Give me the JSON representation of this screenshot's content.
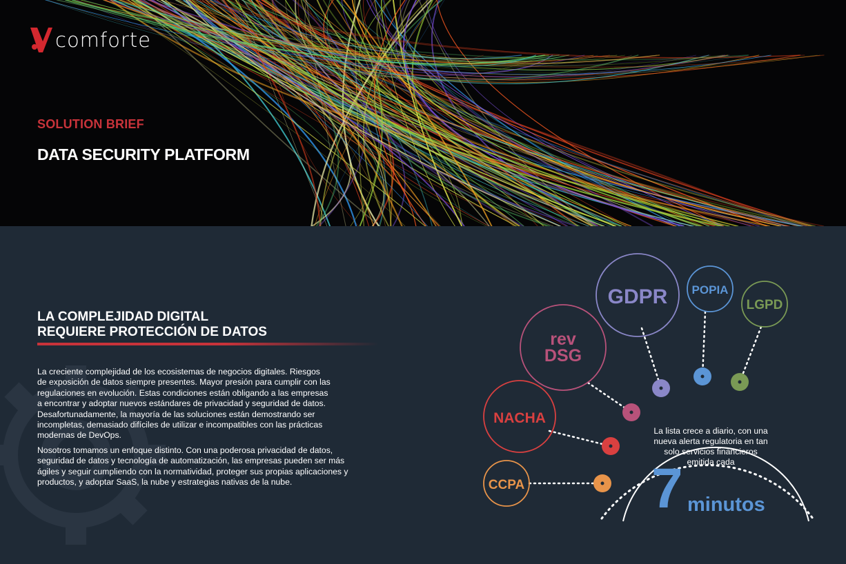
{
  "brand": {
    "name": "comforte"
  },
  "hero": {
    "kicker": "SOLUTION BRIEF",
    "title": "DATA SECURITY PLATFORM"
  },
  "section": {
    "heading_line1": "LA COMPLEJIDAD DIGITAL",
    "heading_line2": "REQUIERE PROTECCIÓN DE DATOS",
    "p1": [
      "La creciente complejidad de los ecosistemas de negocios digitales. Riesgos",
      "de exposición de datos siempre presentes. Mayor presión para cumplir con las",
      "regulaciones en evolución. Estas condiciones están obligando a las empresas",
      "a encontrar y adoptar nuevos estándares de privacidad y seguridad de datos.",
      "Desafortunadamente, la mayoría de las soluciones están demostrando ser",
      "incompletas, demasiado difíciles de utilizar e incompatibles con las prácticas",
      "modernas de DevOps."
    ],
    "p2": [
      "Nosotros tomamos un enfoque distinto. Con una poderosa privacidad de datos,",
      "seguridad de datos y tecnología de automatización, las empresas pueden ser más",
      "ágiles y seguir cumpliendo con la normatividad, proteger sus propias aplicaciones y",
      "productos, y adoptar SaaS, la nube y estrategias nativas de la nube."
    ]
  },
  "infographic": {
    "regulations": [
      {
        "label": "CCPA",
        "color": "#e8944a"
      },
      {
        "label": "NACHA",
        "color": "#d94040"
      },
      {
        "label": "rev DSG",
        "color": "#b8527a"
      },
      {
        "label": "GDPR",
        "color": "#8a87c8"
      },
      {
        "label": "POPIA",
        "color": "#5b95d6"
      },
      {
        "label": "LGPD",
        "color": "#7a9a55"
      }
    ],
    "stat_lines": [
      "La lista crece a diario, con una",
      "nueva alerta regulatoria en tan",
      "solo servicios financieros",
      "emitida cada"
    ],
    "stat_number": "7",
    "stat_unit": "minutos"
  },
  "colors": {
    "accent": "#c8333a",
    "background": "#1f2a36",
    "stat": "#5b95d6"
  }
}
